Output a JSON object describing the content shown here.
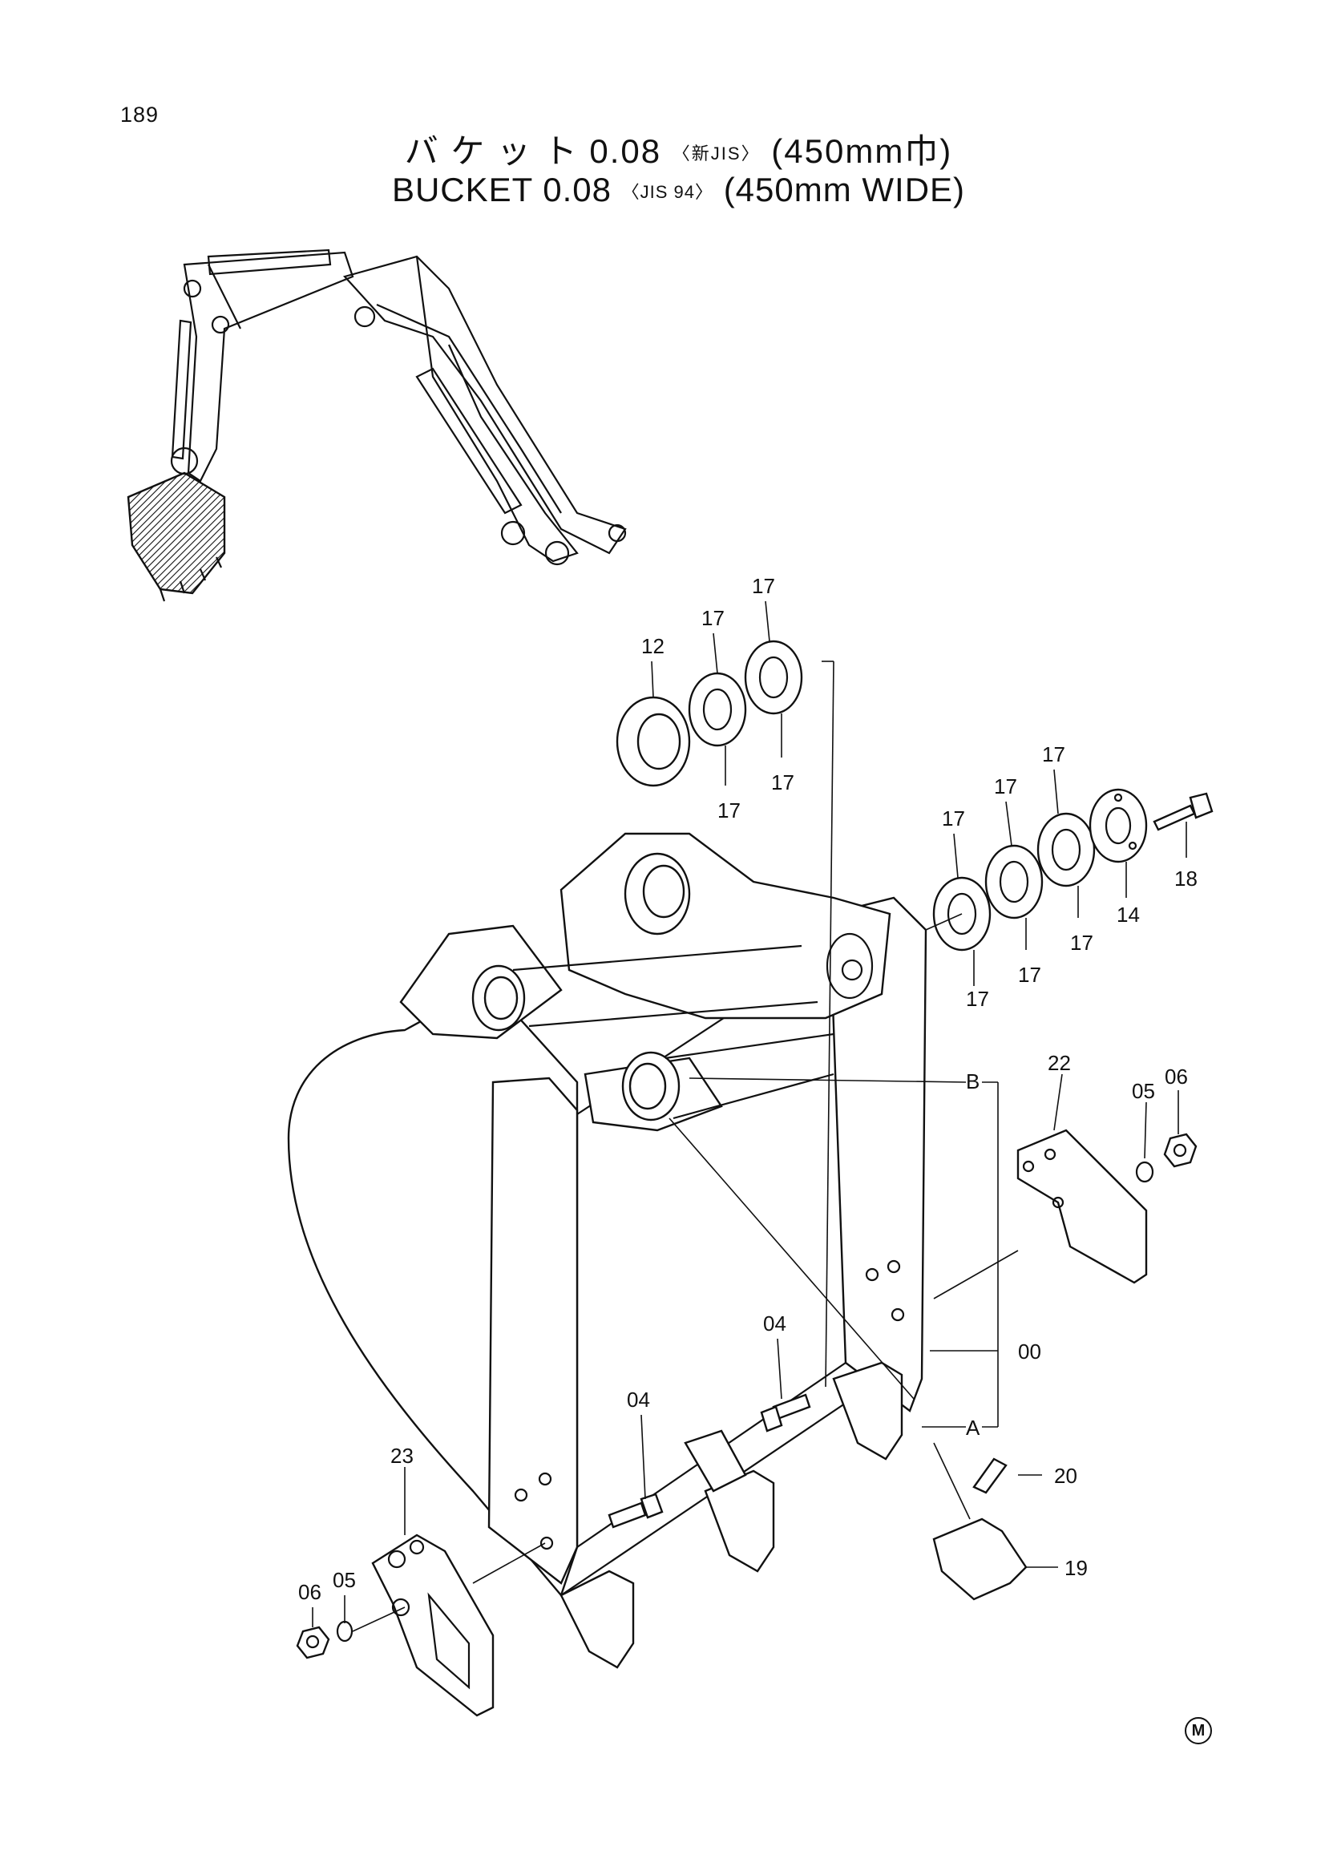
{
  "page_number": "189",
  "title": {
    "jp_main": "バ ケ ッ ト  0.08",
    "jp_std": "〈新JIS〉",
    "jp_width": "(450mm巾)",
    "en_main": "BUCKET  0.08",
    "en_std": "〈JIS 94〉",
    "en_width": "(450mm  WIDE)"
  },
  "callouts": [
    {
      "id": "c-12",
      "text": "12"
    },
    {
      "id": "c-17a",
      "text": "17"
    },
    {
      "id": "c-17b",
      "text": "17"
    },
    {
      "id": "c-17c",
      "text": "17"
    },
    {
      "id": "c-17d",
      "text": "17"
    },
    {
      "id": "c-17e",
      "text": "17"
    },
    {
      "id": "c-17f",
      "text": "17"
    },
    {
      "id": "c-17g",
      "text": "17"
    },
    {
      "id": "c-17h",
      "text": "17"
    },
    {
      "id": "c-17i",
      "text": "17"
    },
    {
      "id": "c-17j",
      "text": "17"
    },
    {
      "id": "c-17k",
      "text": "17"
    },
    {
      "id": "c-18",
      "text": "18"
    },
    {
      "id": "c-14",
      "text": "14"
    },
    {
      "id": "c-22",
      "text": "22"
    },
    {
      "id": "c-05a",
      "text": "05"
    },
    {
      "id": "c-06a",
      "text": "06"
    },
    {
      "id": "c-B",
      "text": "B"
    },
    {
      "id": "c-00",
      "text": "00"
    },
    {
      "id": "c-A",
      "text": "A"
    },
    {
      "id": "c-04a",
      "text": "04"
    },
    {
      "id": "c-04b",
      "text": "04"
    },
    {
      "id": "c-20",
      "text": "20"
    },
    {
      "id": "c-19",
      "text": "19"
    },
    {
      "id": "c-23",
      "text": "23"
    },
    {
      "id": "c-06b",
      "text": "06"
    },
    {
      "id": "c-05b",
      "text": "05"
    }
  ],
  "corner_mark": "M"
}
